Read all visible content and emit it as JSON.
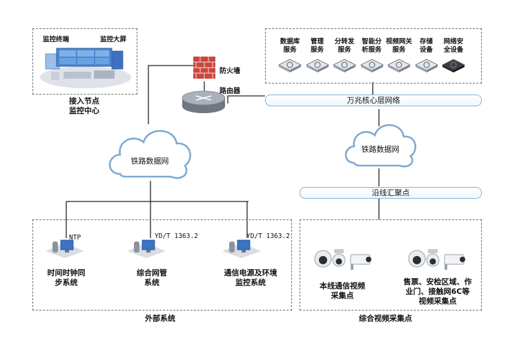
{
  "monitor_center": {
    "terminal_label": "监控终端",
    "screen_label": "监控大屏",
    "title_line1": "接入节点",
    "title_line2": "监控中心"
  },
  "firewall_label": "防火墙",
  "router_label": "路由器",
  "core_network_label": "万兆核心层网络",
  "servers": [
    {
      "line1": "数据库",
      "line2": "服务"
    },
    {
      "line1": "管理",
      "line2": "服务"
    },
    {
      "line1": "分转发",
      "line2": "服务"
    },
    {
      "line1": "智能分",
      "line2": "析服务"
    },
    {
      "line1": "视频网关",
      "line2": "服务"
    },
    {
      "line1": "存储",
      "line2": "设备"
    },
    {
      "line1": "网络安",
      "line2": "全设备"
    }
  ],
  "left_cloud_label": "铁路数据网",
  "right_cloud_label": "铁路数据网",
  "aggregation_label": "沿线汇聚点",
  "external": {
    "box_label": "外部系统",
    "ntp_label": "NTP",
    "systems": [
      {
        "line1": "时间时钟同",
        "line2": "步系统"
      },
      {
        "line1": "综合网管",
        "line2": "系统"
      },
      {
        "line1": "通信电源及环境",
        "line2": "监控系统"
      }
    ],
    "std1": "YD/T 1363.2",
    "std2": "YD/T 1363.2"
  },
  "video": {
    "box_label": "综合视频采集点",
    "group1_line1": "本线通信视频",
    "group1_line2": "采集点",
    "group2_line1": "售票、安检区域、作",
    "group2_line2": "业门、接触网6C等",
    "group2_line3": "视频采集点"
  }
}
